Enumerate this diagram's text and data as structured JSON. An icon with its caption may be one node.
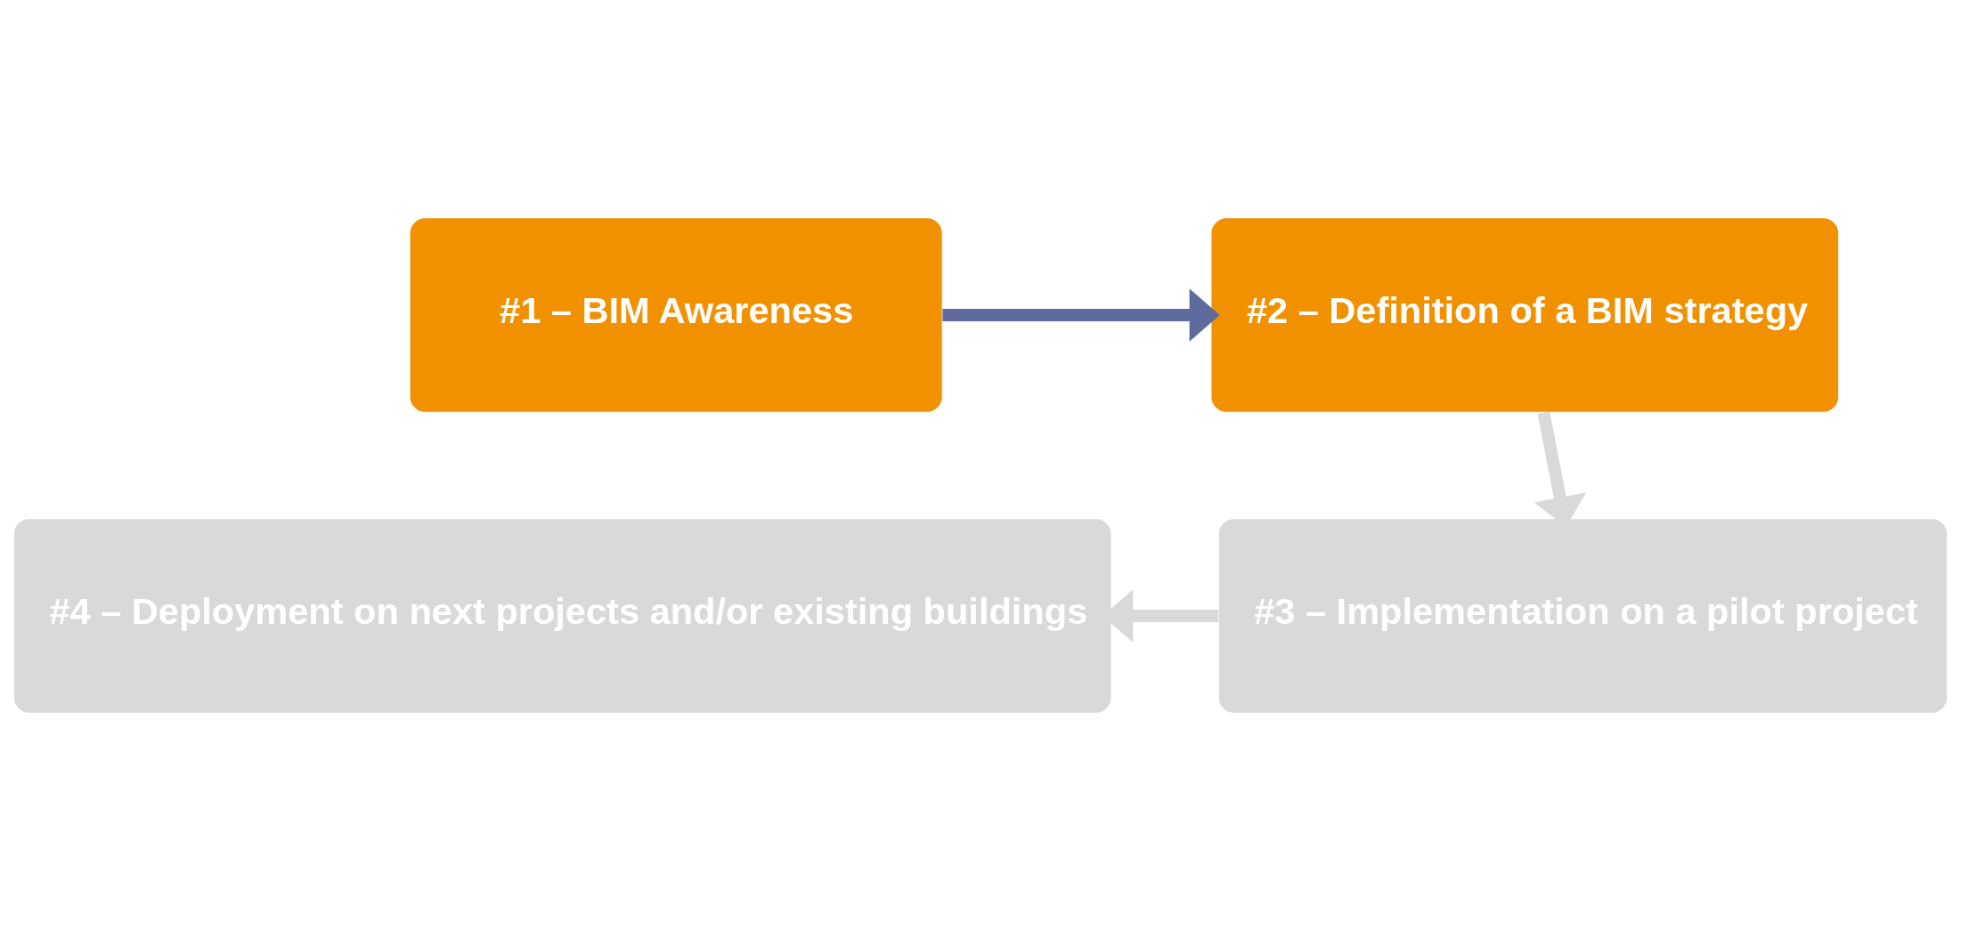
{
  "diagram": {
    "nodes": [
      {
        "text": [
          "#1 – BIM Awareness"
        ]
      },
      {
        "text": [
          "#2 – Definition of a BIM strategy"
        ]
      },
      {
        "text": [
          "#4 – Deployment on next projects and/or existing buildings"
        ]
      },
      {
        "text": [
          "#3 – Implementation on a pilot project"
        ]
      }
    ],
    "edges": [
      {
        "from": 0,
        "to": 1,
        "arrow": "to",
        "color": "#5f6b9c"
      },
      {
        "from": 1,
        "to": 3,
        "arrow": "to"
      },
      {
        "from": 3,
        "to": 2,
        "arrow": "to"
      }
    ]
  }
}
